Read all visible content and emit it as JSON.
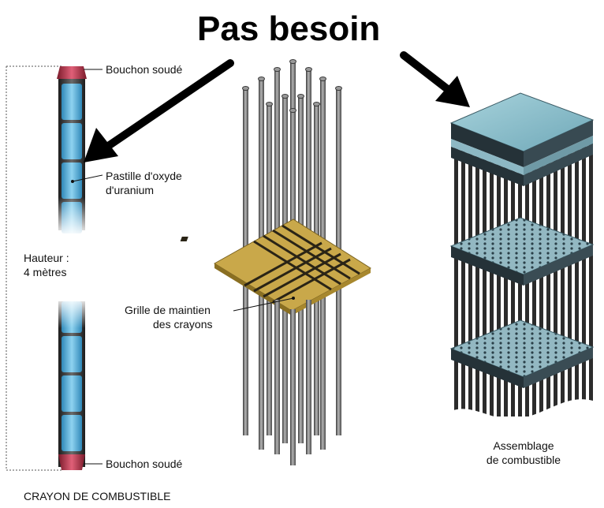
{
  "headline": "Pas besoin",
  "labels": {
    "bouchon_top": "Bouchon soudé",
    "pastille_line1": "Pastille d'oxyde",
    "pastille_line2": "d'uranium",
    "hauteur_line1": "Hauteur :",
    "hauteur_line2": "4 mètres",
    "grille_line1": "Grille de maintien",
    "grille_line2": "des crayons",
    "bouchon_bottom": "Bouchon soudé",
    "crayon_caption": "CRAYON DE COMBUSTIBLE",
    "assemblage_line1": "Assemblage",
    "assemblage_line2": "de combustible"
  },
  "colors": {
    "pellet": "#5ab4de",
    "end_cap": "#c0304a",
    "grid_plate": "#c9a84a",
    "assembly_plate": "#7fb6c4",
    "rod": "#6e6e6e"
  }
}
